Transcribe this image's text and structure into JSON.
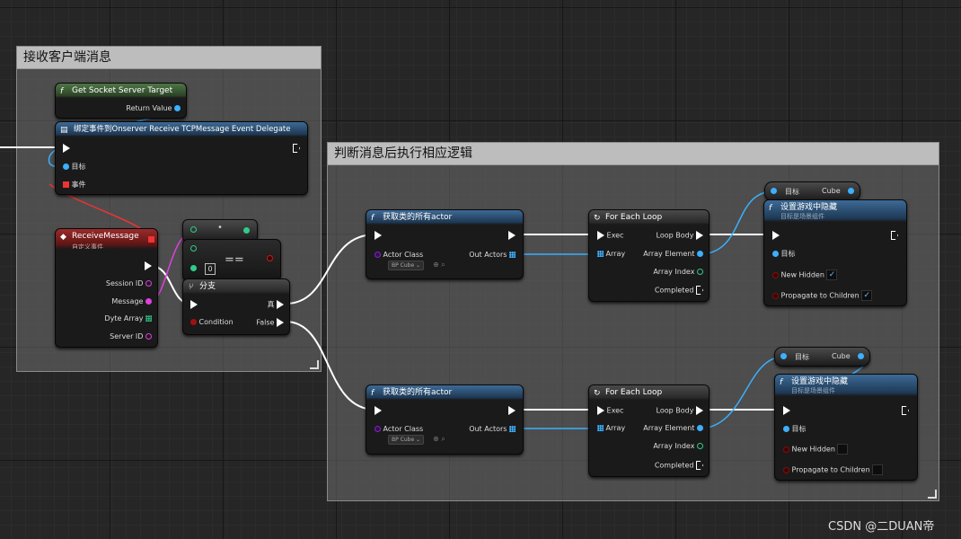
{
  "comments": {
    "receive": "接收客户端消息",
    "logic": "判断消息后执行相应逻辑"
  },
  "nodes": {
    "get_server": {
      "title": "Get Socket Server Target",
      "return": "Return Value"
    },
    "bind": {
      "title": "绑定事件到Onserver Receive TCPMessage Event Delegate",
      "target": "目标",
      "event": "事件"
    },
    "receive": {
      "title": "ReceiveMessage",
      "subtitle": "自定义事件",
      "pins": [
        "Session ID",
        "Message",
        "Dyte Array",
        "Server ID"
      ]
    },
    "equal": {
      "op": "==",
      "value": "0"
    },
    "branch": {
      "title": "分支",
      "condition": "Condition",
      "true": "真",
      "false": "False"
    },
    "getall_top": {
      "title": "获取类的所有actor",
      "actor_class": "Actor Class",
      "out": "Out Actors",
      "select": "BP Cube"
    },
    "getall_bot": {
      "title": "获取类的所有actor",
      "actor_class": "Actor Class",
      "out": "Out Actors",
      "select": "BP Cube"
    },
    "loop_top": {
      "title": "For Each Loop",
      "exec": "Exec",
      "array": "Array",
      "body": "Loop Body",
      "element": "Array Element",
      "index": "Array Index",
      "completed": "Completed"
    },
    "loop_bot": {
      "title": "For Each Loop",
      "exec": "Exec",
      "array": "Array",
      "body": "Loop Body",
      "element": "Array Element",
      "index": "Array Index",
      "completed": "Completed"
    },
    "cube_top": {
      "target": "目标",
      "value": "Cube"
    },
    "cube_bot": {
      "target": "目标",
      "value": "Cube"
    },
    "hidden_top": {
      "title": "设置游戏中隐藏",
      "subtitle": "目标是场景组件",
      "target": "目标",
      "new_hidden": "New Hidden",
      "propagate": "Propagate to Children",
      "new_hidden_checked": true,
      "propagate_checked": true
    },
    "hidden_bot": {
      "title": "设置游戏中隐藏",
      "subtitle": "目标是场景组件",
      "target": "目标",
      "new_hidden": "New Hidden",
      "propagate": "Propagate to Children",
      "new_hidden_checked": false,
      "propagate_checked": false
    }
  },
  "watermark": "CSDN @二DUAN帝"
}
